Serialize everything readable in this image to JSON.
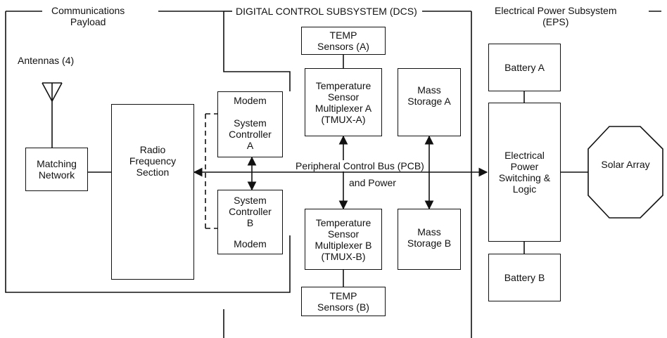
{
  "sections": {
    "comms_line1": "Communications",
    "comms_line2": "Payload",
    "dcs": "DIGITAL CONTROL SUBSYSTEM (DCS)",
    "eps_line1": "Electrical Power Subsystem",
    "eps_line2": "(EPS)"
  },
  "labels": {
    "antennas": "Antennas (4)",
    "bus_line1": "Peripheral  Control Bus (PCB)",
    "bus_line2": "and Power"
  },
  "blocks": {
    "matching_network": [
      "Matching",
      "Network"
    ],
    "rf_section": [
      "Radio",
      "Frequency",
      "Section"
    ],
    "modem_a": "Modem",
    "system_controller_a": [
      "System",
      "Controller",
      "A"
    ],
    "system_controller_b": [
      "System",
      "Controller",
      "B"
    ],
    "modem_b": "Modem",
    "temp_sensors_a": [
      "TEMP",
      "Sensors (A)"
    ],
    "tmux_a": [
      "Temperature",
      "Sensor",
      "Multiplexer A",
      "(TMUX-A)"
    ],
    "tmux_b": [
      "Temperature",
      "Sensor",
      "Multiplexer B",
      "(TMUX-B)"
    ],
    "temp_sensors_b": [
      "TEMP",
      "Sensors (B)"
    ],
    "mass_storage_a": [
      "Mass",
      "Storage A"
    ],
    "mass_storage_b": [
      "Mass",
      "Storage B"
    ],
    "battery_a": "Battery A",
    "power_switching": [
      "Electrical",
      "Power",
      "Switching &",
      "Logic"
    ],
    "battery_b": "Battery B",
    "solar_array": "Solar Array"
  }
}
